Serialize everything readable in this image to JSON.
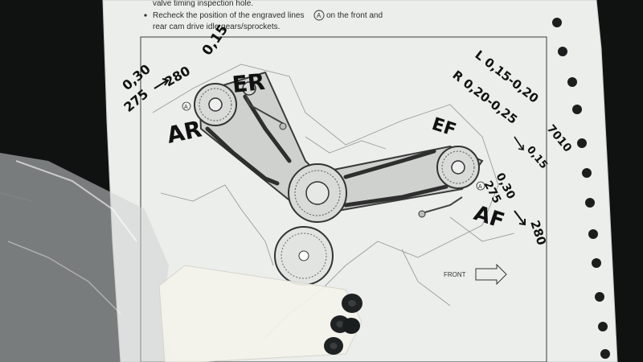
{
  "printed_text": {
    "line1": "valve timing inspection hole.",
    "line2": "Recheck the position of the engraved lines",
    "line2b": "on the front and",
    "line3": "rear cam drive idle gears/sprockets.",
    "marker_circle": "A",
    "front_label": "FRONT"
  },
  "handwritten": {
    "ar": "AR",
    "er": "ER",
    "ef": "EF",
    "af": "AF",
    "clearance_top": "0,15",
    "ar_notes": [
      "0,30",
      "275",
      "280"
    ],
    "af_notes": [
      "0,30",
      "275",
      "280"
    ],
    "right_line1": "L  0,15-0,20",
    "right_line2": "R  0,20-0,25",
    "right_tail1": "7010",
    "right_tail2": "0,15"
  },
  "colors": {
    "background": "#101212",
    "paper": "#eef0ee",
    "ink": "#111111",
    "printed": "#2c2c2c",
    "gear_fill": "#d9dbd9",
    "chain": "#3a3a3a"
  }
}
